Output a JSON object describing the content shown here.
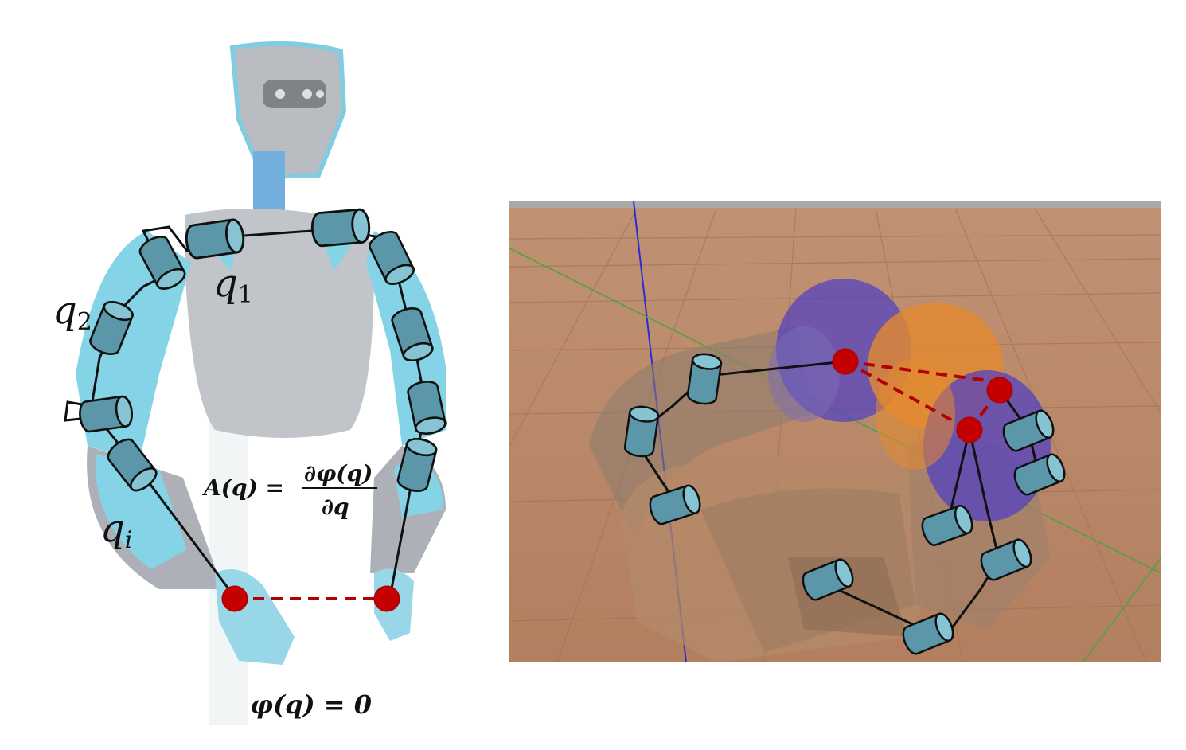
{
  "left_panel": {
    "label_q1": "q",
    "label_q1_sub": "1",
    "label_q2": "q",
    "label_q2_sub": "2",
    "label_qi": "q",
    "label_qi_sub": "i",
    "jacobian": {
      "lhs": "A(q) =",
      "numerator": "∂φ(q)",
      "denominator": "∂q"
    },
    "constraint": "φ(q) = 0"
  },
  "colors": {
    "robot_cyan": "#3fc0dc",
    "robot_grey": "#a7acb3",
    "joint_fill": "#5b97a8",
    "contact_red": "#c40000",
    "floor": "#b98868",
    "hand_purple": "#4f3fc4",
    "hand_orange": "#e48a2e"
  }
}
